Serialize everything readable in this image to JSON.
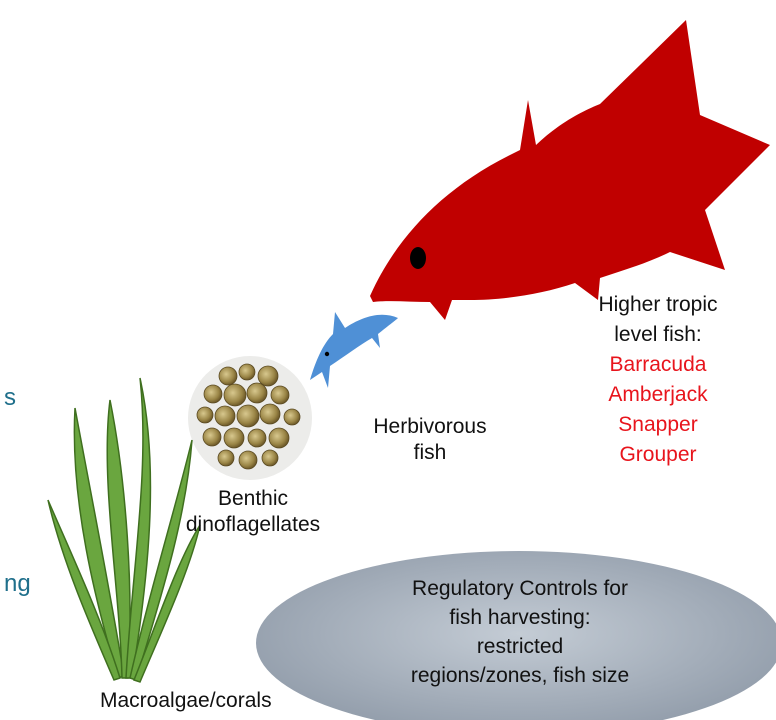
{
  "edge_fragments": [
    "s",
    "ng"
  ],
  "labels": {
    "herbivorous_fish": [
      "Herbivorous",
      "fish"
    ],
    "benthic_dinoflagellates": [
      "Benthic",
      "dinoflagellates"
    ],
    "macroalgae_corals": "Macroalgae/corals",
    "higher_tropic_intro": [
      "Higher tropic",
      "level fish:"
    ],
    "higher_tropic_species": [
      "Barracuda",
      "Amberjack",
      "Snapper",
      "Grouper"
    ],
    "regulatory_controls": [
      "Regulatory Controls for",
      "fish harvesting:",
      "restricted",
      "regions/zones, fish size"
    ]
  },
  "colors": {
    "predator_fish": "#c00000",
    "herbivorous_fish": "#4f90d6",
    "macroalgae": "#6aa63f",
    "species_text": "#e8141c",
    "edge_text": "#1f6f8b",
    "regulatory_ellipse": "#a9b3bf"
  }
}
